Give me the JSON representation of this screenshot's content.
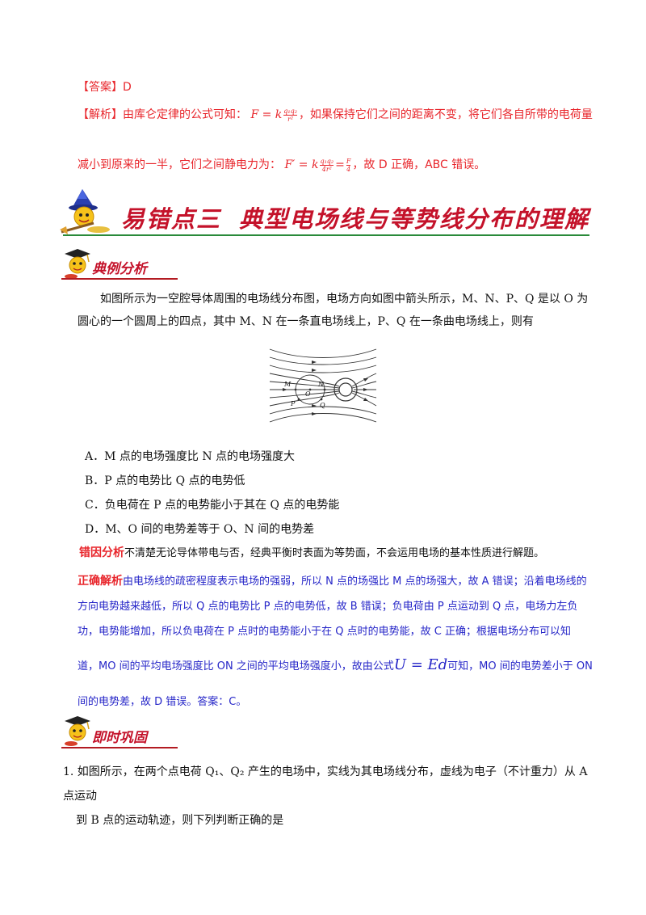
{
  "answer": {
    "label": "【答案】D"
  },
  "analysis": {
    "tag": "【解析】",
    "line1_a": "由库仑定律的公式可知：",
    "f1_lhs": "F = k",
    "f1_num": "q₁q₂",
    "f1_den": "r²",
    "line1_b": "，如果保持它们之间的距离不变，将它们各自所带的电荷量",
    "line2_a": "减小到原来的一半，它们之间静电力为：",
    "f2_lhs": "F′ = k",
    "f2_num": "q₁q₂",
    "f2_den": "4r²",
    "f2_eq": "=",
    "f2_num2": "F",
    "f2_den2": "4",
    "line2_b": "，故 D 正确，ABC 错误。"
  },
  "section": {
    "number": "易错点三",
    "title": "典型电场线与等势线分布的理解"
  },
  "example": {
    "heading": "典例分析",
    "question": "如图所示为一空腔导体周围的电场线分布图，电场方向如图中箭头所示，M、N、P、Q 是以 O 为圆心的一个圆周上的四点，其中 M、N 在一条直电场线上，P、Q 在一条曲电场线上，则有",
    "figure_labels": {
      "M": "M",
      "N": "N",
      "O": "O",
      "P": "P",
      "Q": "Q"
    },
    "options": [
      "A．M 点的电场强度比 N 点的电场强度大",
      "B．P 点的电势比 Q 点的电势低",
      "C．负电荷在 P 点的电势能小于其在 Q 点的电势能",
      "D．M、O 间的电势差等于 O、N 间的电势差"
    ]
  },
  "error_analysis": {
    "tag": "错因分析",
    "text": "不清楚无论导体带电与否，经典平衡时表面为等势面，不会运用电场的基本性质进行解题。"
  },
  "correct_analysis": {
    "tag": "正确解析",
    "text1": "由电场线的疏密程度表示电场的强弱，所以 N 点的场强比 M 点的场强大，故 A 错误；沿着电场线的方向电势越来越低，所以 Q 点的电势比 P 点的电势低，故 B 错误；负电荷由 P 点运动到 Q 点，电场力左负功，电势能增加，所以负电荷在 P 点时的电势能小于在 Q 点时的电势能，故 C 正确；根据电场分布可以知",
    "text2_a": "道，MO 间的平均电场强度比 ON 之间的平均电场强度小，故由公式",
    "formula": "U = Ed",
    "text2_b": "可知，MO 间的电势差小于 ON",
    "text3": "间的电势差，故 D 错误。答案：C。"
  },
  "practice": {
    "heading": "即时巩固",
    "q1_line1": "1. 如图所示，在两个点电荷 Q₁、Q₂ 产生的电场中，实线为其电场线分布，虚线为电子（不计重力）从 A 点运动",
    "q1_line2": "到 B 点的运动轨迹，则下列判断正确的是"
  }
}
